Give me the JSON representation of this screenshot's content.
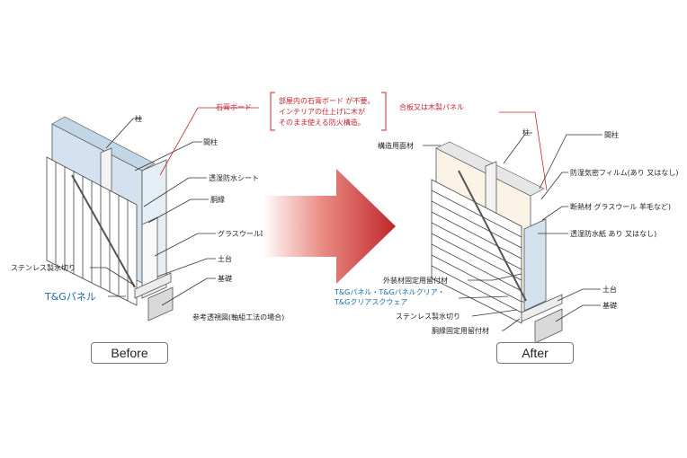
{
  "before": {
    "labels": {
      "column": "柱",
      "stud": "間柱",
      "gypsum": "石膏ボード",
      "breathable_sheet": "透湿防水シート",
      "furring": "胴縁",
      "glasswool": "グラスウール断熱材",
      "sill": "土台",
      "foundation": "基礎",
      "flashing": "ステンレス製水切り",
      "panel": "T&Gパネル",
      "caption": "参考透視図(軸組工法の場合)"
    },
    "button": "Before"
  },
  "after": {
    "labels": {
      "column": "柱",
      "stud": "間柱",
      "plywood": "合板又は木製パネル",
      "structural": "構造用面材",
      "vapor": "防湿気密フィルム(あり 又はなし)",
      "insulation": "断熱材 グラスウール 羊毛など)",
      "paper": "透湿防水紙 あり 又はなし)",
      "fastener": "外装材固定用留付材",
      "panel_line1": "T&Gパネル・T&Gパネルクリア・",
      "panel_line2": "T&Gクリアスクウェア",
      "flashing": "ステンレス製水切り",
      "furring_fastener": "胴縁固定用留付材",
      "sill": "土台",
      "foundation": "基礎"
    },
    "button": "After"
  },
  "note": {
    "line1": "部屋内の石膏ボード が不要。",
    "line2": "インテリアの仕上げに木が",
    "line3": "そのまま使える防火構造。"
  },
  "colors": {
    "accent_red": "#c0262c",
    "panel_blue": "#1b6aa5",
    "wall_blue": "#d3e2ee"
  }
}
